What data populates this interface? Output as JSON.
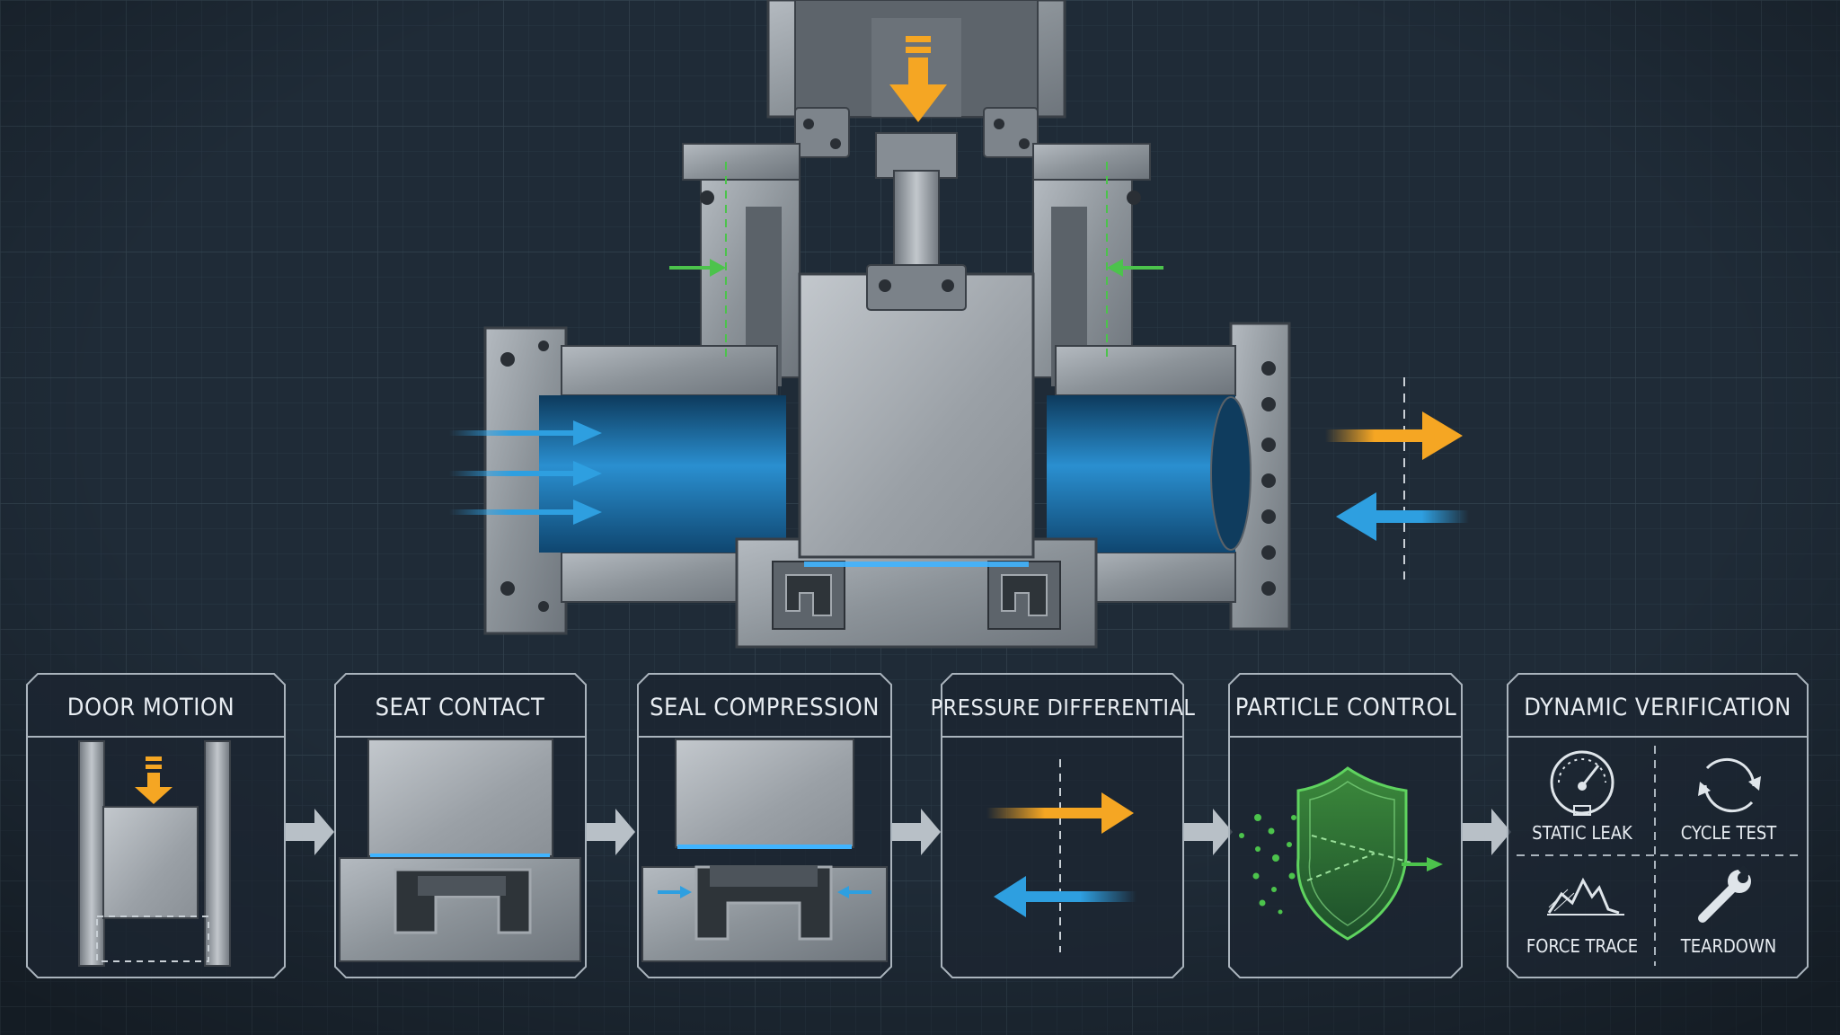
{
  "colors": {
    "background": "#1f2b37",
    "grid": "#2b3a48",
    "metal": "#8e959c",
    "metal_dark": "#4a5058",
    "flow_blue": "#2e9fe0",
    "motion_orange": "#f5a623",
    "alignment_green": "#4cc34c",
    "panel_border": "#aab4bd"
  },
  "main_diagram": {
    "icons": [
      "actuator-down-arrow-icon",
      "inflow-arrows-icon",
      "outflow-orange-arrow-icon",
      "backflow-blue-arrow-icon",
      "alignment-arrows-icon"
    ]
  },
  "process_steps": [
    {
      "title": "DOOR MOTION",
      "icon": "door-motion-icon"
    },
    {
      "title": "SEAT CONTACT",
      "icon": "seat-contact-icon"
    },
    {
      "title": "SEAL COMPRESSION",
      "icon": "seal-compression-icon"
    },
    {
      "title": "PRESSURE DIFFERENTIAL",
      "icon": "pressure-differential-icon"
    },
    {
      "title": "PARTICLE CONTROL",
      "icon": "shield-icon"
    },
    {
      "title": "DYNAMIC VERIFICATION",
      "items": [
        {
          "label": "STATIC LEAK",
          "icon": "gauge-icon"
        },
        {
          "label": "CYCLE TEST",
          "icon": "cycle-icon"
        },
        {
          "label": "FORCE TRACE",
          "icon": "force-trace-icon"
        },
        {
          "label": "TEARDOWN",
          "icon": "wrench-icon"
        }
      ]
    }
  ]
}
